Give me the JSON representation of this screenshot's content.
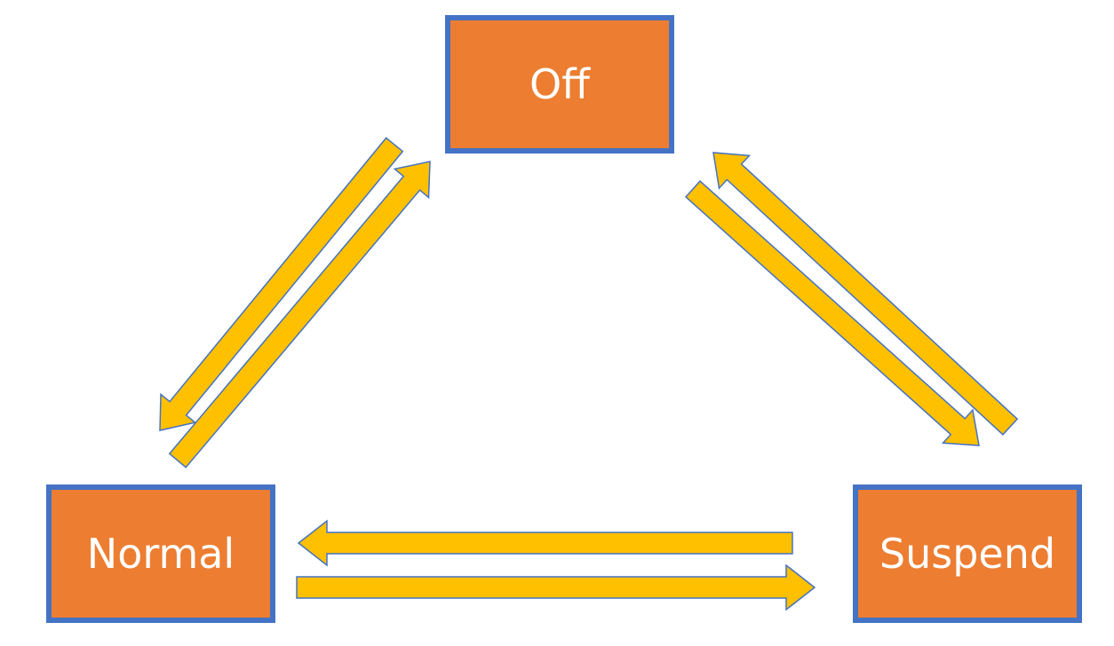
{
  "states": {
    "off": {
      "label": "Off"
    },
    "normal": {
      "label": "Normal"
    },
    "suspend": {
      "label": "Suspend"
    }
  },
  "colors": {
    "box_fill": "#ED7D31",
    "box_border": "#4472C4",
    "arrow_fill": "#FFC000",
    "arrow_outline": "#4472C4",
    "label_text": "#FFFFFF"
  },
  "transitions": [
    {
      "from": "off",
      "to": "normal"
    },
    {
      "from": "normal",
      "to": "off"
    },
    {
      "from": "suspend",
      "to": "off"
    },
    {
      "from": "off",
      "to": "suspend"
    },
    {
      "from": "suspend",
      "to": "normal"
    },
    {
      "from": "normal",
      "to": "suspend"
    }
  ]
}
